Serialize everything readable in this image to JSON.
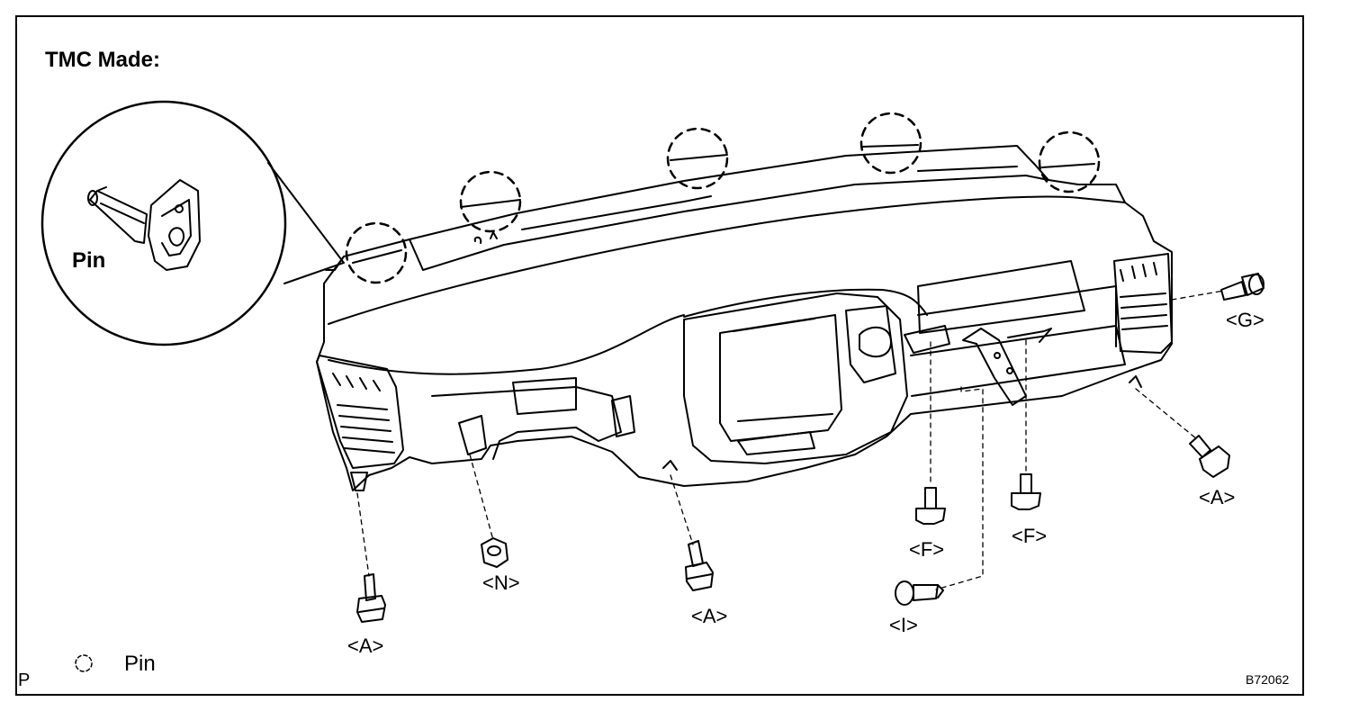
{
  "heading": "TMC Made:",
  "inset_label": "Pin",
  "legend": {
    "symbol_name": "dashed-circle-icon",
    "text": "Pin"
  },
  "fastener_labels": {
    "a_left": "<A>",
    "n": "<N>",
    "a_center": "<A>",
    "f_left": "<F>",
    "f_right": "<F>",
    "i": "<I>",
    "a_right": "<A>",
    "g": "<G>"
  },
  "page_code": "P",
  "figure_id": "B72062"
}
